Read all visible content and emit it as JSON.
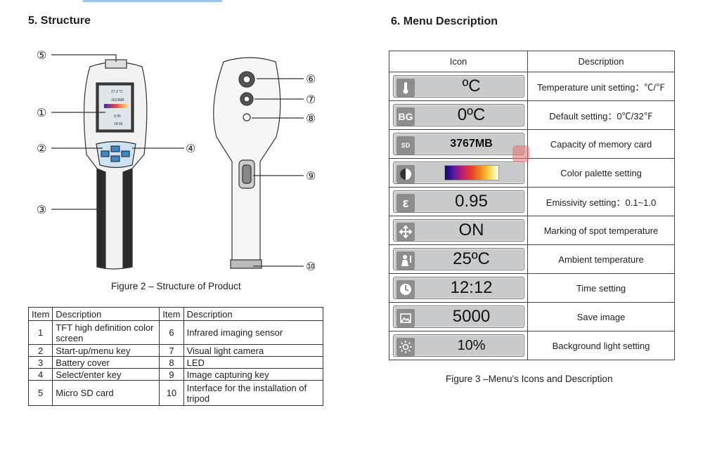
{
  "structure": {
    "heading": "5. Structure",
    "figure_caption": "Figure 2 – Structure of Product",
    "callouts": [
      "⑤",
      "①",
      "②",
      "③",
      "④",
      "⑥",
      "⑦",
      "⑧",
      "⑨",
      "⑩"
    ],
    "device_screen": [
      "27.3 °C",
      "3010MB",
      "",
      "0.95",
      "18:55"
    ],
    "table": {
      "headers": [
        "Item",
        "Description",
        "Item",
        "Description"
      ],
      "rows": [
        [
          "1",
          "TFT high definition color screen",
          "6",
          "Infrared imaging sensor"
        ],
        [
          "2",
          "Start-up/menu key",
          "7",
          "Visual light camera"
        ],
        [
          "3",
          "Battery cover",
          "8",
          "LED"
        ],
        [
          "4",
          "Select/enter key",
          "9",
          "Image capturing key"
        ],
        [
          "5",
          "Micro SD card",
          "10",
          "Interface for the installation of tripod"
        ]
      ]
    }
  },
  "menu": {
    "heading": "6. Menu Description",
    "figure_caption": "Figure 3 –Menu's Icons and Description",
    "col_icon": "Icon",
    "col_desc": "Description",
    "rows": [
      {
        "icon": "thermometer-icon",
        "value": "ºC",
        "desc": "Temperature unit setting：℃/℉"
      },
      {
        "icon": "bg-icon",
        "icon_text": "BG",
        "value": "0ºC",
        "desc": "Default setting：0℃/32℉"
      },
      {
        "icon": "sd-card-icon",
        "icon_text": "SD",
        "value": "3767MB",
        "desc": "Capacity of memory card"
      },
      {
        "icon": "palette-icon",
        "value": "",
        "desc": "Color palette setting"
      },
      {
        "icon": "epsilon-icon",
        "icon_text": "ε",
        "value": "0.95",
        "desc": "Emissivity setting：0.1~1.0"
      },
      {
        "icon": "crosshair-icon",
        "value": "ON",
        "desc": "Marking of spot temperature"
      },
      {
        "icon": "ambient-person-icon",
        "value": "25ºC",
        "desc": "Ambient temperature"
      },
      {
        "icon": "clock-icon",
        "value": "12:12",
        "desc": "Time setting"
      },
      {
        "icon": "image-icon",
        "value": "5000",
        "desc": "Save image"
      },
      {
        "icon": "sun-icon",
        "value": "10%",
        "desc": "Background light setting"
      }
    ]
  }
}
